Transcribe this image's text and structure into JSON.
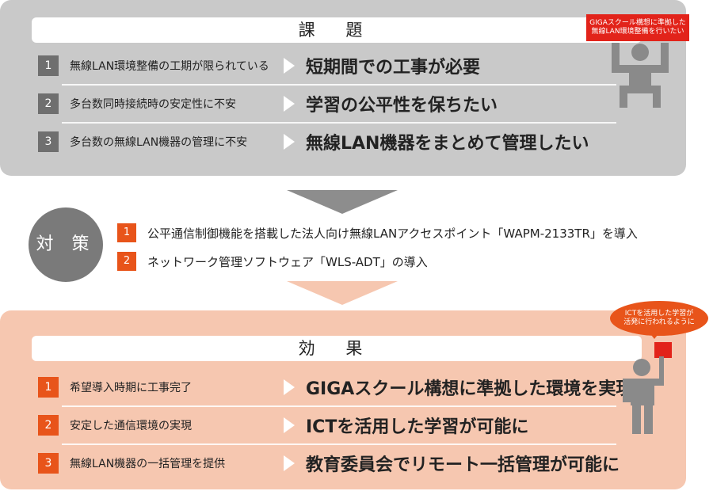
{
  "problem": {
    "title": "課 題",
    "bubble_line1": "GIGAスクール構想に準拠した",
    "bubble_line2": "無線LAN環境整備を行いたい",
    "rows": [
      {
        "num": "1",
        "issue": "無線LAN環境整備の工期が限られている",
        "need": "短期間での工事が必要"
      },
      {
        "num": "2",
        "issue": "多台数同時接続時の安定性に不安",
        "need": "学習の公平性を保ちたい"
      },
      {
        "num": "3",
        "issue": "多台数の無線LAN機器の管理に不安",
        "need": "無線LAN機器をまとめて管理したい"
      }
    ]
  },
  "measures": {
    "label": "対 策",
    "items": [
      {
        "num": "1",
        "text": "公平通信制御機能を搭載した法人向け無線LANアクセスポイント「WAPM-2133TR」を導入"
      },
      {
        "num": "2",
        "text": "ネットワーク管理ソフトウェア「WLS-ADT」の導入"
      }
    ]
  },
  "effect": {
    "title": "効 果",
    "bubble_line1": "ICTを活用した学習が",
    "bubble_line2": "活発に行われるように",
    "rows": [
      {
        "num": "1",
        "issue": "希望導入時期に工事完了",
        "need": "GIGAスクール構想に準拠した環境を実現"
      },
      {
        "num": "2",
        "issue": "安定した通信環境の実現",
        "need": "ICTを活用した学習が可能に"
      },
      {
        "num": "3",
        "issue": "無線LAN機器の一括管理を提供",
        "need": "教育委員会でリモート一括管理が可能に"
      }
    ]
  },
  "colors": {
    "gray_panel": "#c9c9c9",
    "orange_panel": "#f6c7b0",
    "accent_orange": "#e8541a",
    "accent_red": "#e2231a",
    "figure_gray": "#8a8a8a"
  },
  "icons": [
    "person-arms-up-icon",
    "person-holding-flag-icon"
  ]
}
